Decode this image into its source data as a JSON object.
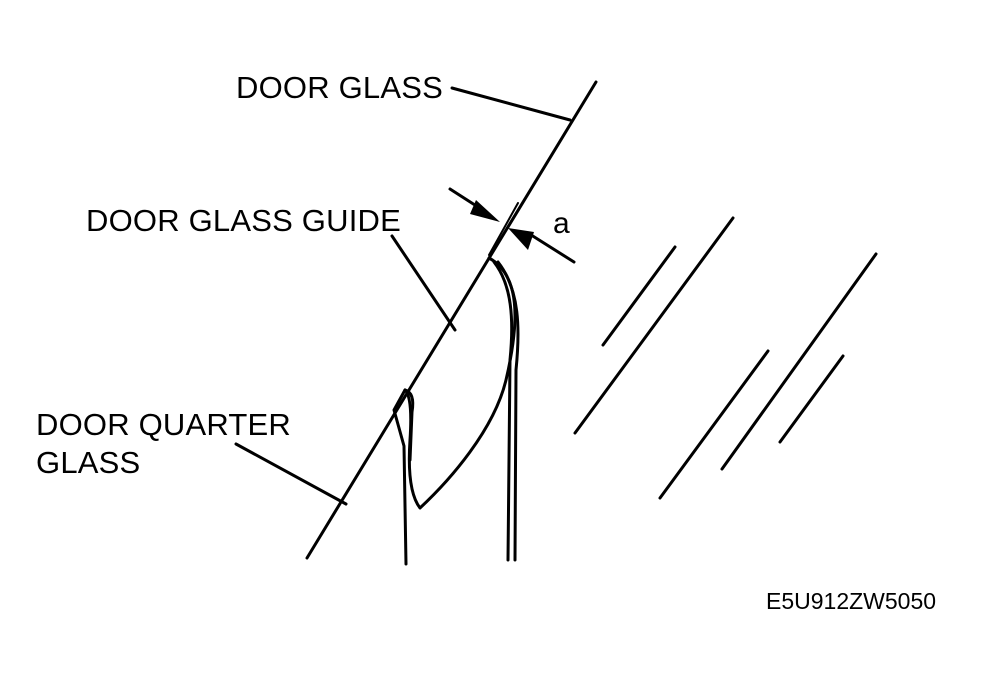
{
  "labels": {
    "door_glass": "DOOR GLASS",
    "door_glass_guide": "DOOR GLASS GUIDE",
    "door_quarter_glass_line1": "DOOR QUARTER",
    "door_quarter_glass_line2": "GLASS",
    "dimension": "a"
  },
  "figure_code": "E5U912ZW5050",
  "colors": {
    "ink": "#000000",
    "background": "#ffffff"
  }
}
